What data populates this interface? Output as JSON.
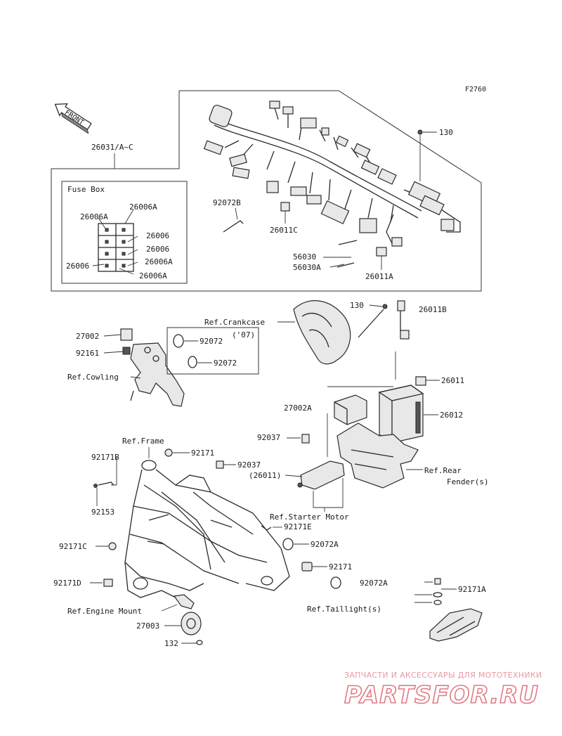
{
  "diagram_code": "F2760",
  "front_label": "FRONT",
  "fuse_box": {
    "title": "Fuse Box",
    "labels": [
      "26006A",
      "26006A",
      "26006",
      "26006",
      "26006",
      "26006A",
      "26006A"
    ]
  },
  "callouts": {
    "c26031": "26031/A~C",
    "c130a": "130",
    "c92072b": "92072B",
    "c26011c": "26011C",
    "c56030": "56030",
    "c56030a": "56030A",
    "c26011a": "26011A",
    "c130b": "130",
    "c26011b": "26011B",
    "ref_crankcase": "Ref.Crankcase",
    "c27002": "27002",
    "c92072_07": "92072",
    "year_07": "('07)",
    "c92161": "92161",
    "c92072": "92072",
    "ref_cowling": "Ref.Cowling",
    "c26011": "26011",
    "c27002a": "27002A",
    "c26012": "26012",
    "c92037a": "92037",
    "ref_frame": "Ref.Frame",
    "c92171a_top": "92171",
    "c92171b": "92171B",
    "c92037b": "92037",
    "ref_rear_fender_1": "Ref.Rear",
    "ref_rear_fender_2": "Fender(s)",
    "c26011p": "(26011)",
    "c92153": "92153",
    "ref_starter_motor": "Ref.Starter Motor",
    "c92171e": "92171E",
    "c92171c": "92171C",
    "c92072a": "92072A",
    "c92171": "92171",
    "c92171d": "92171D",
    "c92072a_b": "92072A",
    "c92171a": "92171A",
    "ref_engine_mount": "Ref.Engine Mount",
    "ref_taillight": "Ref.Taillight(s)",
    "c27003": "27003",
    "c132": "132"
  },
  "watermark": {
    "line1": "ЗАПЧАСТИ И АКСЕССУАРЫ ДЛЯ МОТОТЕХНИКИ",
    "line2": "PARTSFOR.RU"
  }
}
